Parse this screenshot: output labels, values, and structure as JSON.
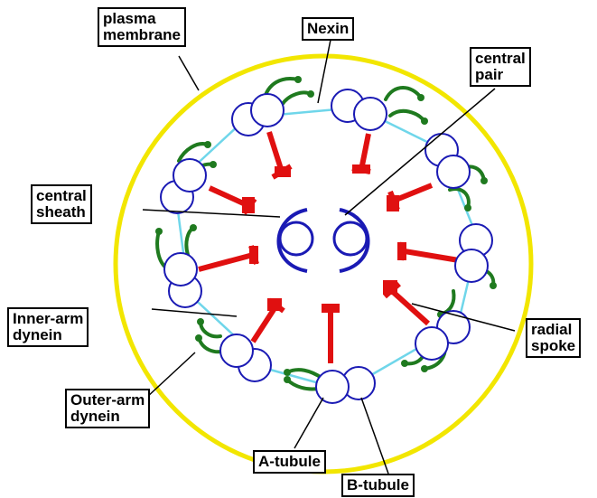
{
  "colors": {
    "membrane": "#f2e600",
    "microtubule_stroke": "#1a1ab4",
    "nexin_link": "#6fd6ea",
    "dynein_arm": "#1f7a1f",
    "radial_spoke": "#e01010",
    "central_pair": "#1a1ab4",
    "leader_line": "#000000"
  },
  "labels": {
    "plasma_membrane": "plasma\nmembrane",
    "nexin": "Nexin",
    "central_pair": "central\npair",
    "central_sheath": "central\nsheath",
    "inner_arm_dynein": "Inner-arm\ndynein",
    "outer_arm_dynein": "Outer-arm\ndynein",
    "radial_spoke": "radial\nspoke",
    "a_tubule": "A-tubule",
    "b_tubule": "B-tubule"
  },
  "structure": {
    "doublet_count": 9,
    "central_pair_count": 2
  }
}
